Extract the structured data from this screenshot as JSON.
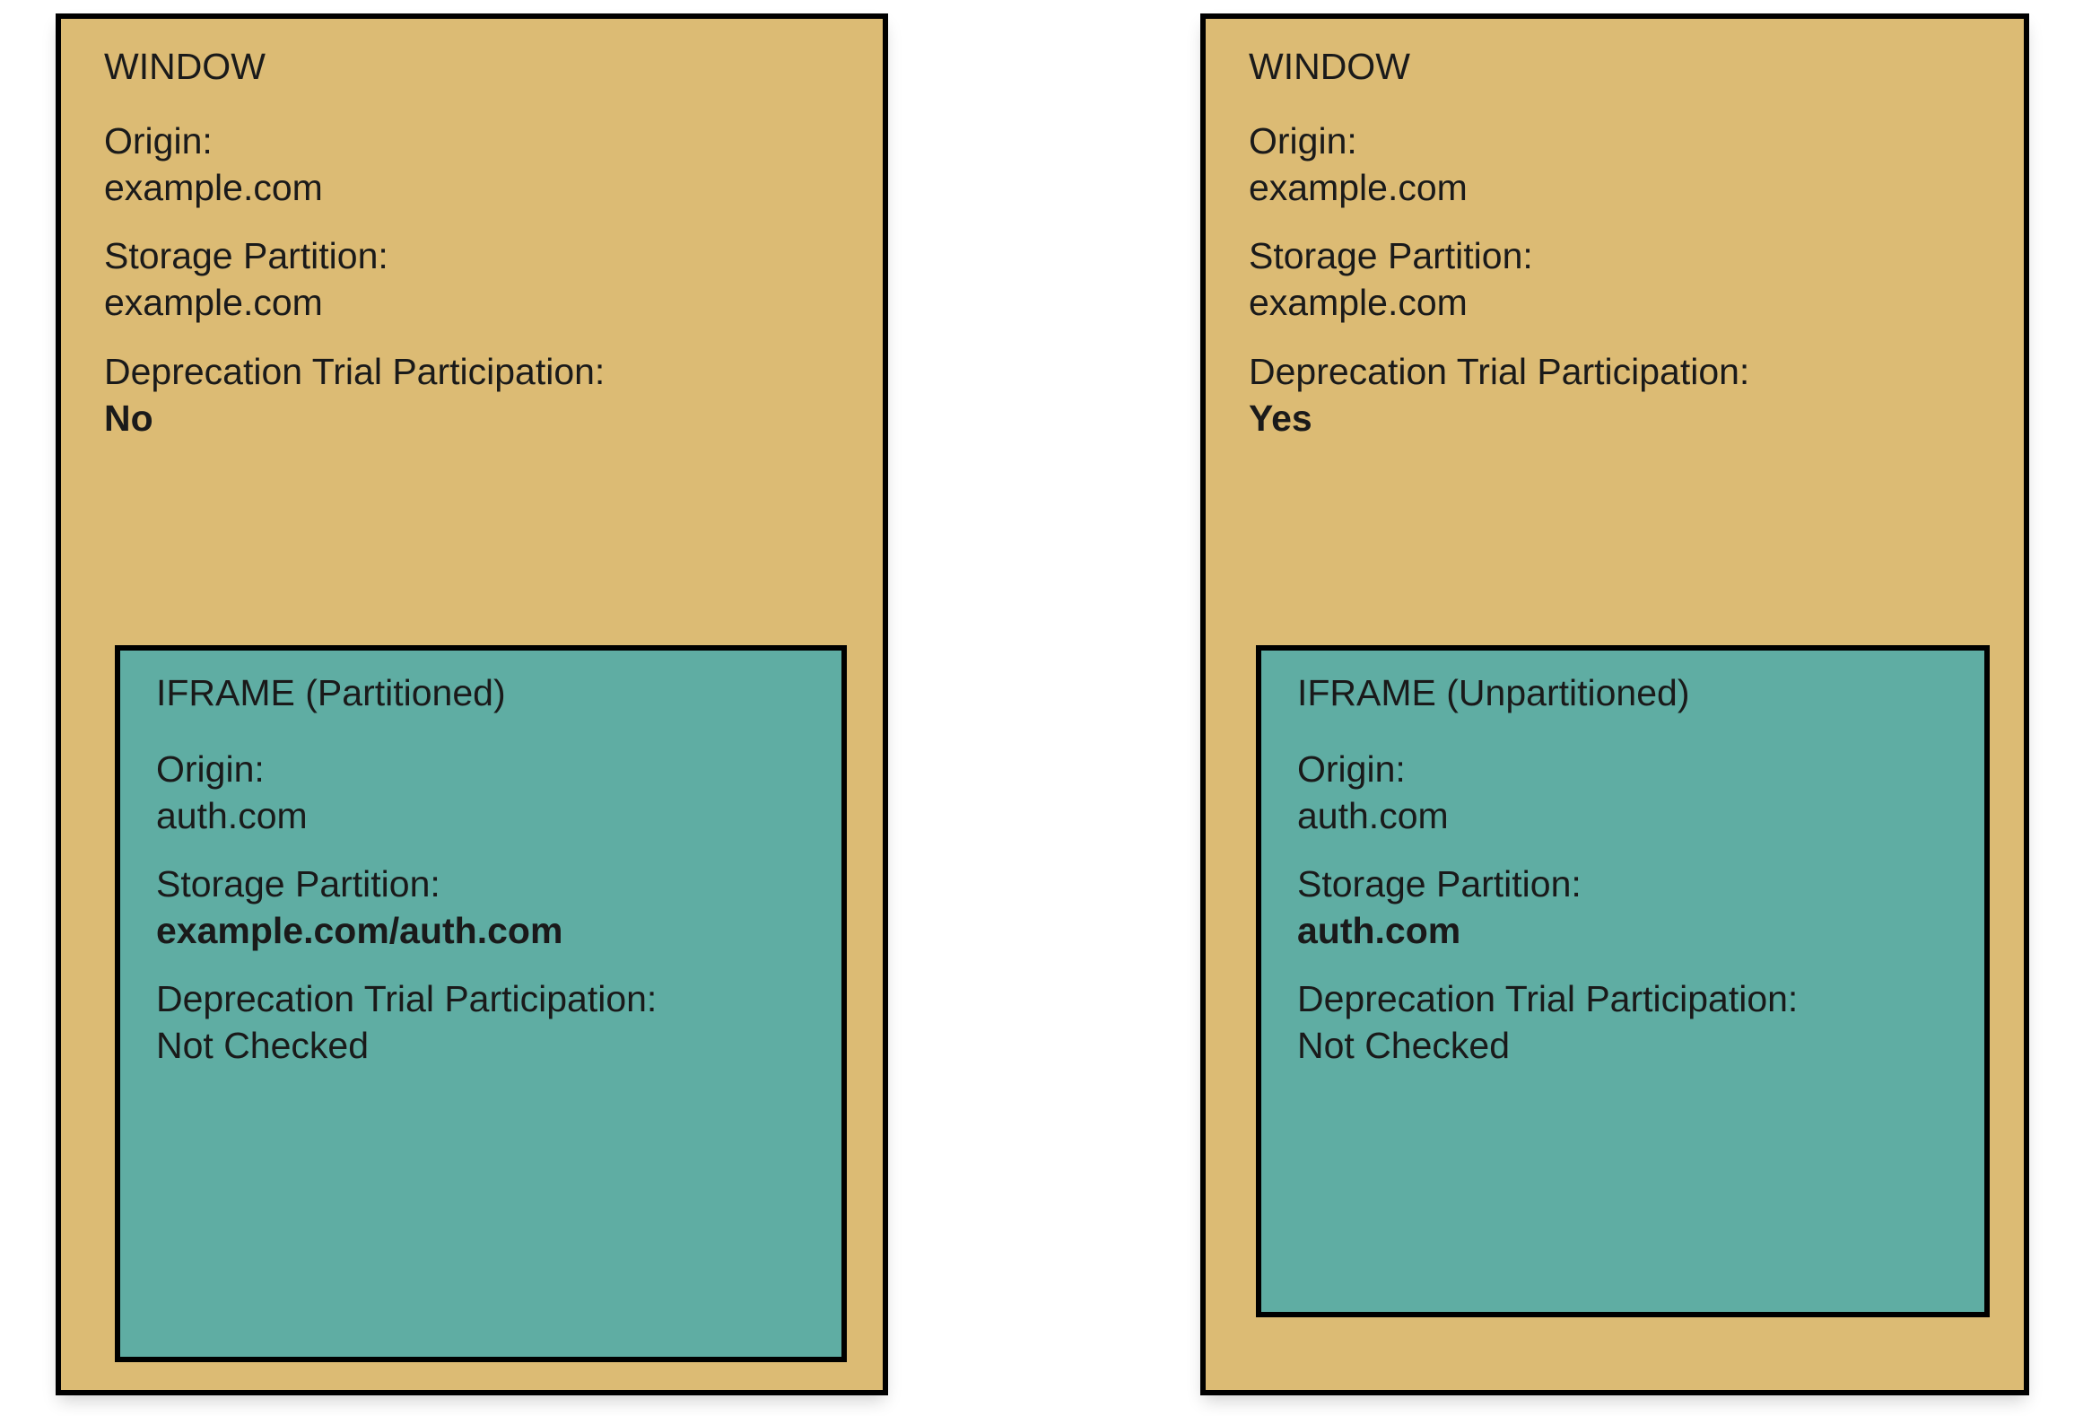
{
  "diagram": {
    "colors": {
      "window_fill": "#dcbb74",
      "iframe_fill": "#5fada3",
      "border": "#000000",
      "text": "#1a1a1a",
      "background": "#ffffff"
    },
    "panels": [
      {
        "id": "partitioned",
        "window": {
          "title": "WINDOW",
          "fields": [
            {
              "label": "Origin:",
              "value": "example.com",
              "bold": false
            },
            {
              "label": "Storage Partition:",
              "value": "example.com",
              "bold": false
            },
            {
              "label": "Deprecation Trial Participation:",
              "value": "No",
              "bold": true
            }
          ]
        },
        "iframe": {
          "title": "IFRAME (Partitioned)",
          "fields": [
            {
              "label": "Origin:",
              "value": "auth.com",
              "bold": false
            },
            {
              "label": "Storage Partition:",
              "value": "example.com/auth.com",
              "bold": true
            },
            {
              "label": "Deprecation Trial Participation:",
              "value": "Not Checked",
              "bold": false
            }
          ]
        }
      },
      {
        "id": "unpartitioned",
        "window": {
          "title": "WINDOW",
          "fields": [
            {
              "label": "Origin:",
              "value": "example.com",
              "bold": false
            },
            {
              "label": "Storage Partition:",
              "value": "example.com",
              "bold": false
            },
            {
              "label": "Deprecation Trial Participation:",
              "value": "Yes",
              "bold": true
            }
          ]
        },
        "iframe": {
          "title": "IFRAME (Unpartitioned)",
          "fields": [
            {
              "label": "Origin:",
              "value": "auth.com",
              "bold": false
            },
            {
              "label": "Storage Partition:",
              "value": "auth.com",
              "bold": true
            },
            {
              "label": "Deprecation Trial Participation:",
              "value": "Not Checked",
              "bold": false
            }
          ]
        }
      }
    ]
  }
}
